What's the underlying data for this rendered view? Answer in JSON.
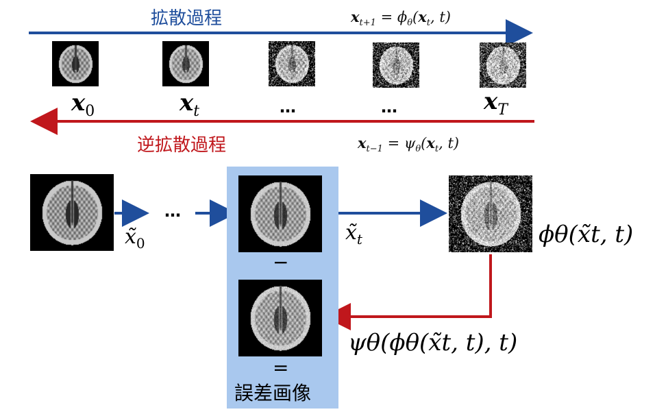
{
  "top": {
    "diffusion_label": "拡散過程",
    "diffusion_eq": "x_{t+1} = ϕ_θ(x_t, t)",
    "reverse_label": "逆拡散過程",
    "reverse_eq": "x_{t−1} = ψ_θ(x_t, t)",
    "states": [
      {
        "base": "x",
        "sub": "0"
      },
      {
        "base": "x",
        "sub": "t"
      },
      {
        "text": "…"
      },
      {
        "text": "…"
      },
      {
        "base": "x",
        "sub": "T"
      }
    ]
  },
  "bottom": {
    "x0_label": "x̃",
    "x0_sub": "0",
    "dots": "…",
    "xt_label": "x̃",
    "xt_sub": "t",
    "phi_label": "ϕθ(x̃t, t)",
    "psi_label": "ψθ(ϕθ(x̃t, t), t)",
    "minus_sign": "−",
    "equals_sign": "=",
    "error_label": "誤差画像"
  },
  "colors": {
    "blue_arrow": "#1f4e9c",
    "red_arrow": "#c0171c",
    "panel": "#a9c8ee"
  },
  "images": [
    {
      "name": "mri-clean-small",
      "noise": 0.0
    },
    {
      "name": "mri-t-small",
      "noise": 0.15
    },
    {
      "name": "mri-noisy-small-1",
      "noise": 0.55
    },
    {
      "name": "mri-noisy-small-2",
      "noise": 0.75
    },
    {
      "name": "mri-noise-small-T",
      "noise": 0.95
    },
    {
      "name": "mri-x0-large",
      "noise": 0.0
    },
    {
      "name": "mri-xt-large",
      "noise": 0.12
    },
    {
      "name": "mri-phi-large",
      "noise": 0.55
    },
    {
      "name": "mri-psi-large",
      "noise": 0.2
    }
  ]
}
